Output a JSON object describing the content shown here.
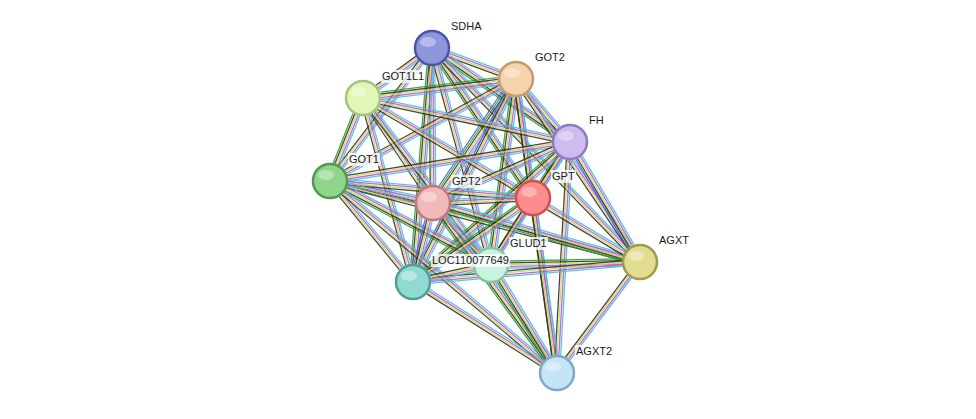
{
  "diagram": {
    "nodes": [
      {
        "text": [
          "SDHA"
        ]
      },
      {
        "text": [
          "GOT2"
        ]
      },
      {
        "text": [
          "GOT1L1"
        ]
      },
      {
        "text": [
          "FH"
        ]
      },
      {
        "text": [
          "GOT1"
        ]
      },
      {
        "text": [
          "GPT2"
        ]
      },
      {
        "text": [
          "GPT"
        ]
      },
      {
        "text": [
          "AGXT"
        ]
      },
      {
        "text": [
          "GLUD1"
        ]
      },
      {
        "text": [
          "LOC110077649"
        ]
      },
      {
        "text": [
          "AGXT2"
        ]
      }
    ],
    "edges": [
      {
        "from": 0,
        "to": 1,
        "arrow": "none"
      },
      {
        "from": 0,
        "to": 2,
        "arrow": "none"
      },
      {
        "from": 0,
        "to": 3,
        "arrow": "none"
      },
      {
        "from": 0,
        "to": 4,
        "arrow": "none"
      },
      {
        "from": 0,
        "to": 5,
        "arrow": "none"
      },
      {
        "from": 0,
        "to": 6,
        "arrow": "none"
      },
      {
        "from": 0,
        "to": 7,
        "arrow": "none"
      },
      {
        "from": 0,
        "to": 8,
        "arrow": "none"
      },
      {
        "from": 0,
        "to": 9,
        "arrow": "none"
      },
      {
        "from": 1,
        "to": 2,
        "arrow": "none"
      },
      {
        "from": 1,
        "to": 3,
        "arrow": "none"
      },
      {
        "from": 1,
        "to": 4,
        "arrow": "none"
      },
      {
        "from": 1,
        "to": 5,
        "arrow": "none"
      },
      {
        "from": 1,
        "to": 6,
        "arrow": "none"
      },
      {
        "from": 1,
        "to": 7,
        "arrow": "none"
      },
      {
        "from": 1,
        "to": 8,
        "arrow": "none"
      },
      {
        "from": 1,
        "to": 9,
        "arrow": "none"
      },
      {
        "from": 1,
        "to": 10,
        "arrow": "none"
      },
      {
        "from": 2,
        "to": 3,
        "arrow": "none"
      },
      {
        "from": 2,
        "to": 4,
        "arrow": "none"
      },
      {
        "from": 2,
        "to": 5,
        "arrow": "none"
      },
      {
        "from": 2,
        "to": 6,
        "arrow": "none"
      },
      {
        "from": 2,
        "to": 8,
        "arrow": "none"
      },
      {
        "from": 2,
        "to": 9,
        "arrow": "none"
      },
      {
        "from": 3,
        "to": 4,
        "arrow": "none"
      },
      {
        "from": 3,
        "to": 5,
        "arrow": "none"
      },
      {
        "from": 3,
        "to": 6,
        "arrow": "none"
      },
      {
        "from": 3,
        "to": 7,
        "arrow": "none"
      },
      {
        "from": 3,
        "to": 8,
        "arrow": "none"
      },
      {
        "from": 3,
        "to": 9,
        "arrow": "none"
      },
      {
        "from": 3,
        "to": 10,
        "arrow": "none"
      },
      {
        "from": 4,
        "to": 5,
        "arrow": "none"
      },
      {
        "from": 4,
        "to": 6,
        "arrow": "none"
      },
      {
        "from": 4,
        "to": 7,
        "arrow": "none"
      },
      {
        "from": 4,
        "to": 8,
        "arrow": "none"
      },
      {
        "from": 4,
        "to": 9,
        "arrow": "none"
      },
      {
        "from": 4,
        "to": 10,
        "arrow": "none"
      },
      {
        "from": 5,
        "to": 6,
        "arrow": "none"
      },
      {
        "from": 5,
        "to": 7,
        "arrow": "none"
      },
      {
        "from": 5,
        "to": 8,
        "arrow": "none"
      },
      {
        "from": 5,
        "to": 9,
        "arrow": "none"
      },
      {
        "from": 5,
        "to": 10,
        "arrow": "none"
      },
      {
        "from": 6,
        "to": 7,
        "arrow": "none"
      },
      {
        "from": 6,
        "to": 8,
        "arrow": "none"
      },
      {
        "from": 6,
        "to": 9,
        "arrow": "none"
      },
      {
        "from": 6,
        "to": 10,
        "arrow": "none"
      },
      {
        "from": 7,
        "to": 8,
        "arrow": "none"
      },
      {
        "from": 7,
        "to": 9,
        "arrow": "none"
      },
      {
        "from": 7,
        "to": 10,
        "arrow": "none"
      },
      {
        "from": 8,
        "to": 9,
        "arrow": "none"
      },
      {
        "from": 8,
        "to": 10,
        "arrow": "none"
      },
      {
        "from": 9,
        "to": 10,
        "arrow": "none"
      }
    ]
  }
}
